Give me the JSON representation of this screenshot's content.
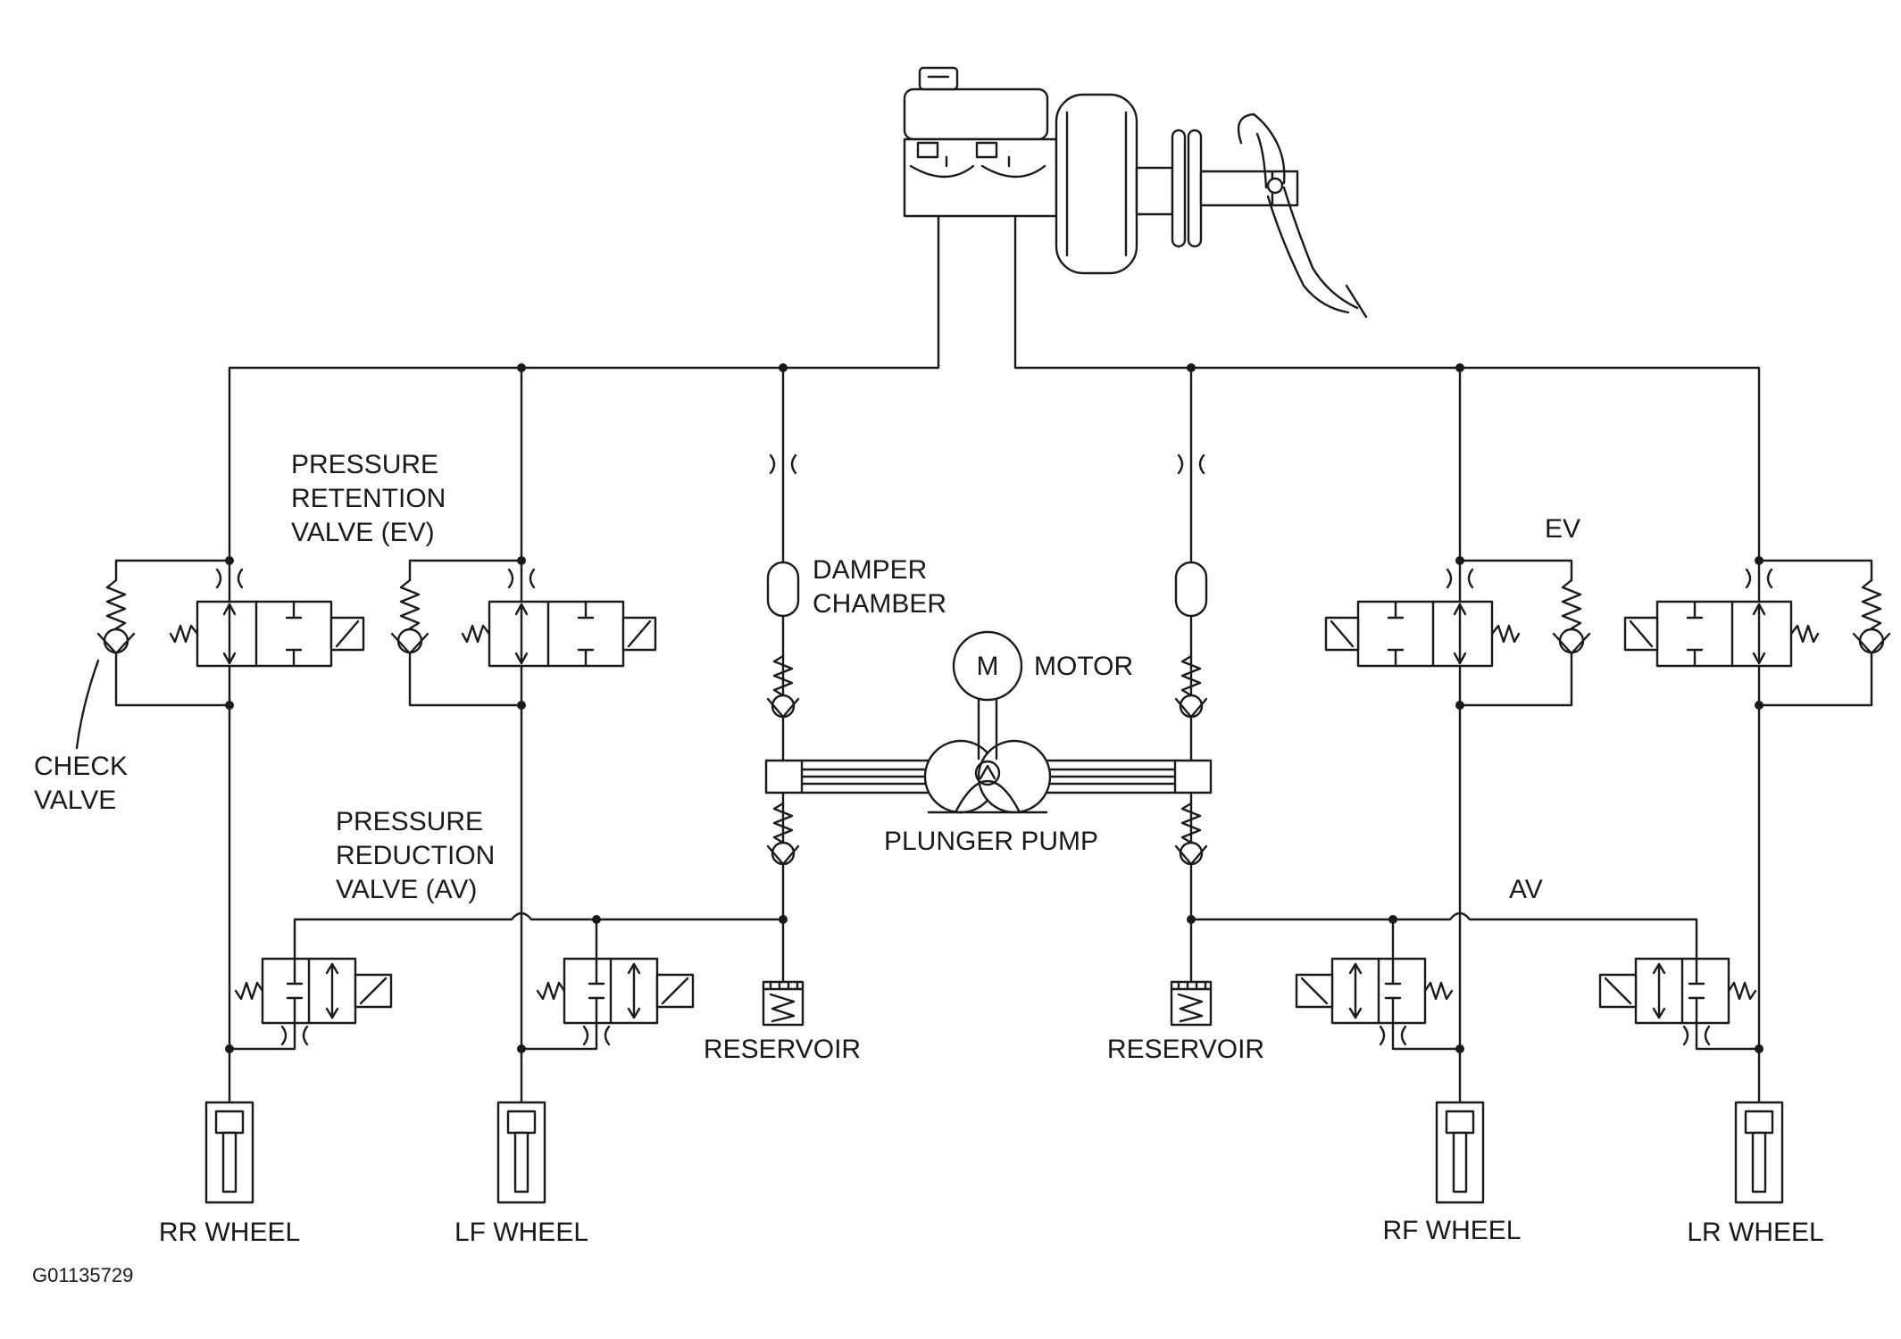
{
  "labels": {
    "pressure_retention": [
      "PRESSURE",
      "RETENTION",
      "VALVE (EV)"
    ],
    "check_valve": [
      "CHECK",
      "VALVE"
    ],
    "pressure_reduction": [
      "PRESSURE",
      "REDUCTION",
      "VALVE (AV)"
    ],
    "damper_chamber": [
      "DAMPER",
      "CHAMBER"
    ],
    "motor_symbol": "M",
    "motor": "MOTOR",
    "plunger_pump": "PLUNGER PUMP",
    "reservoir_left": "RESERVOIR",
    "reservoir_right": "RESERVOIR",
    "ev": "EV",
    "av": "AV",
    "rr_wheel": "RR WHEEL",
    "lf_wheel": "LF WHEEL",
    "rf_wheel": "RF WHEEL",
    "lr_wheel": "LR WHEEL",
    "figure_code": "G01135729"
  },
  "colors": {
    "line": "#1a1a1a",
    "background": "#ffffff"
  }
}
